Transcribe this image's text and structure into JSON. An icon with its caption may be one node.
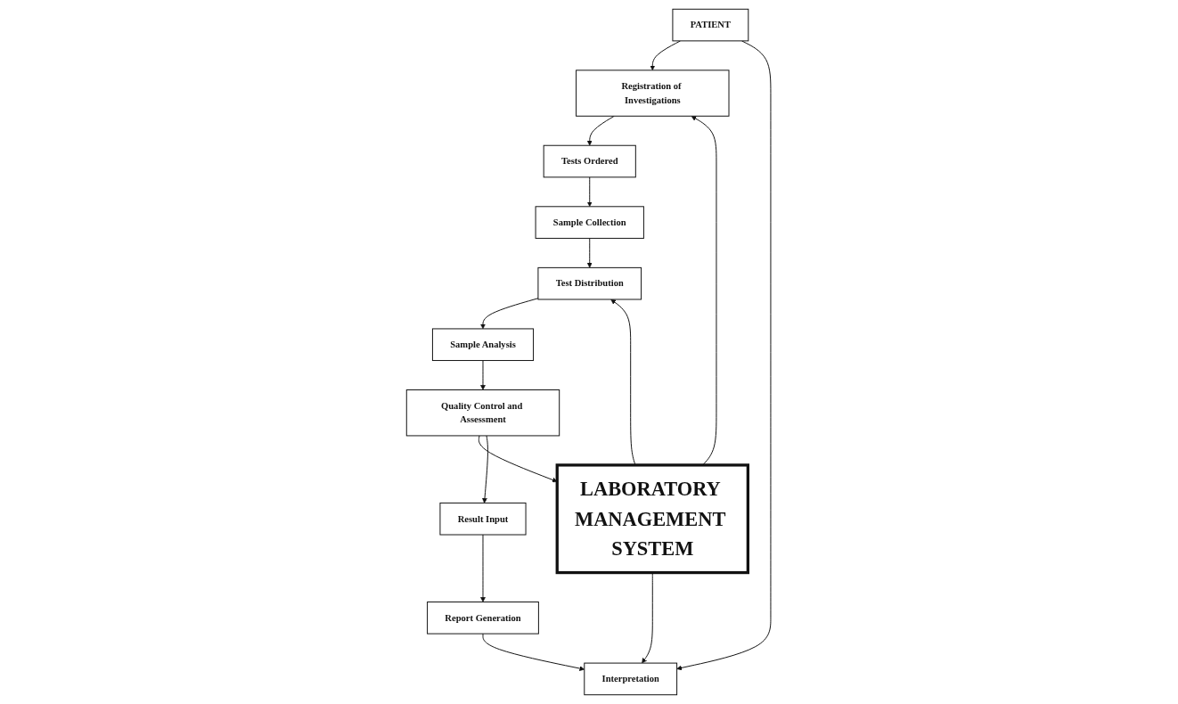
{
  "diagram": {
    "nodes": [
      {
        "text": [
          "PATIENT"
        ]
      },
      {
        "text": [
          "Registration of Investigations"
        ]
      },
      {
        "text": [
          "Interpretation"
        ]
      },
      {
        "text": [
          "Tests Ordered"
        ]
      },
      {
        "text": [
          "LABORATORY MANAGEMENT SYSTEM"
        ]
      },
      {
        "text": [
          "Report Generation"
        ]
      },
      {
        "text": [
          "Sample Collection"
        ]
      },
      {
        "text": [
          "Result Input"
        ]
      },
      {
        "text": [
          "Test Distribution"
        ]
      },
      {
        "text": [
          "Quality Control and Assessment"
        ]
      },
      {
        "text": [
          "Sample Analysis"
        ]
      }
    ],
    "edges": [
      {
        "from": 0,
        "to": 1,
        "arrow": "to"
      },
      {
        "from": 0,
        "to": 2,
        "arrow": "to"
      },
      {
        "from": 4,
        "to": 1,
        "arrow": "to"
      },
      {
        "from": 4,
        "to": 2,
        "arrow": "to"
      },
      {
        "from": 1,
        "to": 3,
        "arrow": "to"
      },
      {
        "from": 3,
        "to": 6,
        "arrow": "to"
      },
      {
        "from": 6,
        "to": 8,
        "arrow": "to"
      },
      {
        "from": 4,
        "to": 8,
        "arrow": "to"
      },
      {
        "from": 8,
        "to": 10,
        "arrow": "to"
      },
      {
        "from": 10,
        "to": 9,
        "arrow": "to"
      },
      {
        "from": 9,
        "to": 4,
        "arrow": "to"
      },
      {
        "from": 9,
        "to": 7,
        "arrow": "to"
      },
      {
        "from": 7,
        "to": 5,
        "arrow": "to"
      },
      {
        "from": 5,
        "to": 2,
        "arrow": "to"
      }
    ]
  }
}
